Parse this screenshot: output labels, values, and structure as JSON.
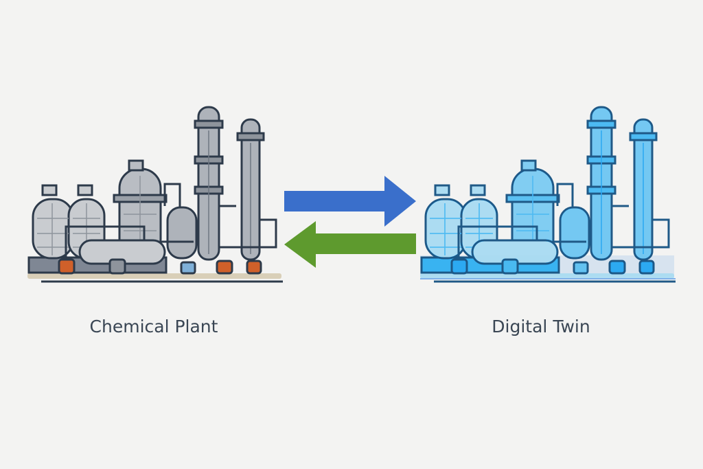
{
  "labels": {
    "left": "Chemical Plant",
    "right": "Digital Twin"
  },
  "arrows": {
    "to_twin": "right-arrow",
    "to_plant": "left-arrow"
  },
  "colors": {
    "background": "#f3f3f2",
    "plant_fill": "#c9ccd0",
    "plant_stroke": "#2d3a4a",
    "twin_fill": "#3f8fe0",
    "twin_stroke": "#1c58b0",
    "arrow_blue": "#3a6fcb",
    "arrow_green": "#5e9a2e",
    "pump_orange": "#d0602a"
  }
}
